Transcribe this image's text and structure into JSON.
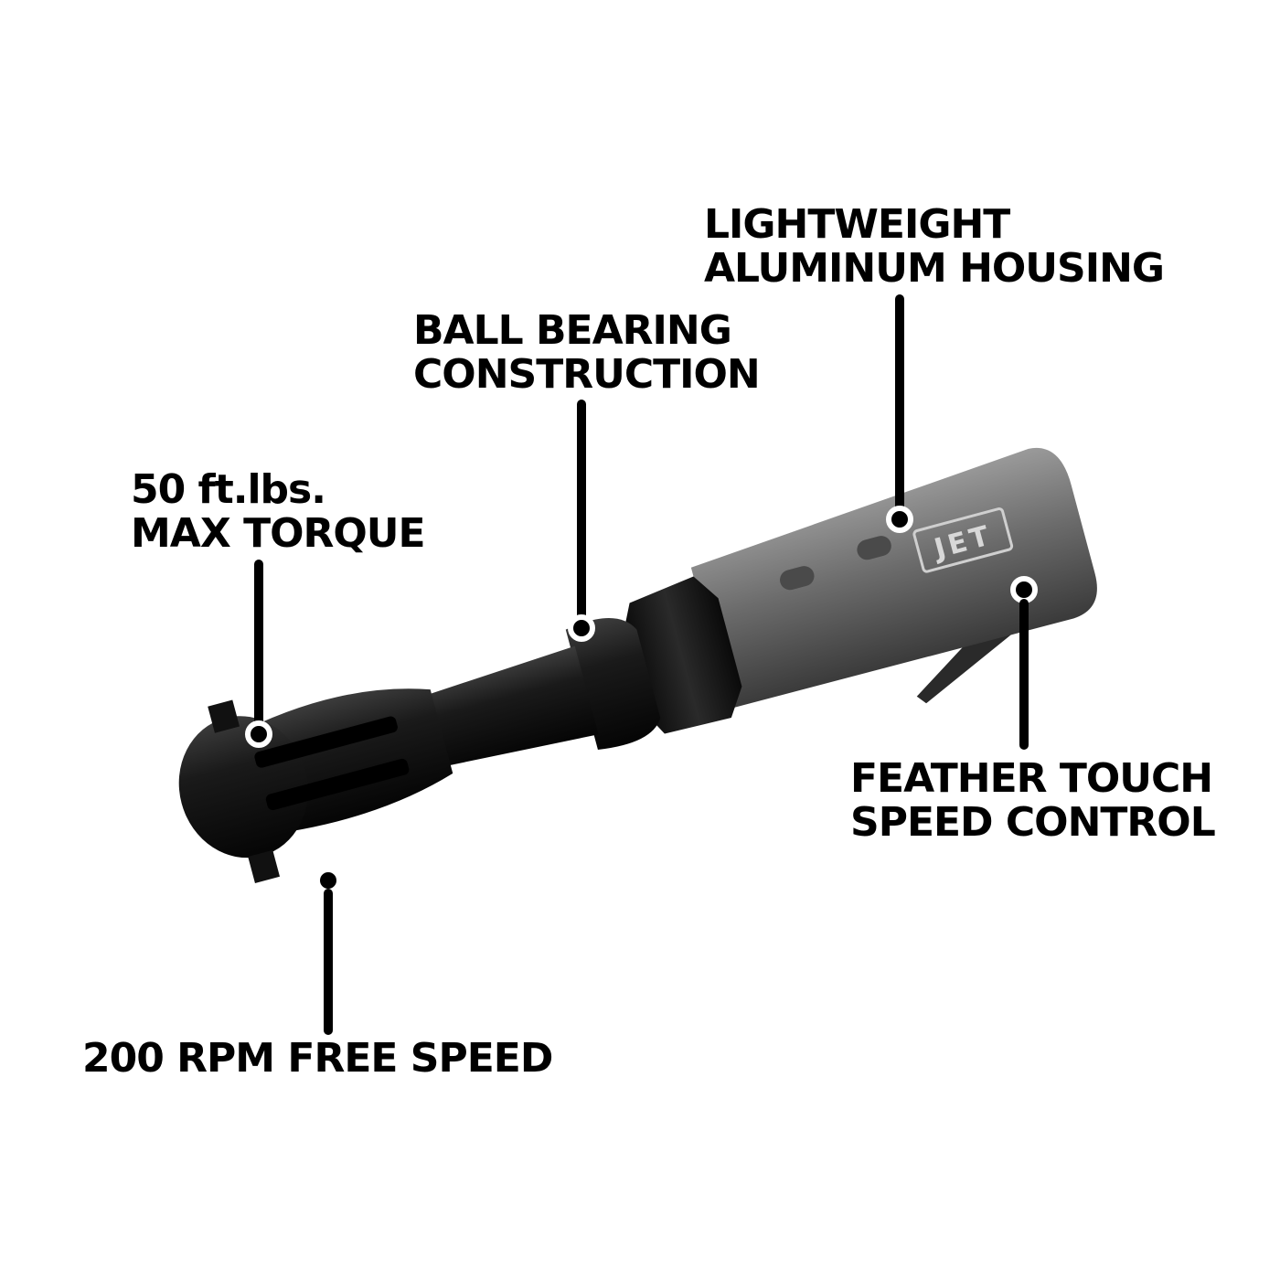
{
  "callouts": {
    "housing": {
      "line1": "LIGHTWEIGHT",
      "line2": "ALUMINUM HOUSING"
    },
    "bearing": {
      "line1": "BALL BEARING",
      "line2": "CONSTRUCTION"
    },
    "torque": {
      "line1": "50 ft.lbs.",
      "line2": "MAX TORQUE"
    },
    "trigger": {
      "line1": "FEATHER TOUCH",
      "line2": "SPEED CONTROL"
    },
    "speed": {
      "line1": "200 RPM FREE SPEED"
    }
  },
  "product": {
    "brand_logo_text": "JET",
    "name": "air-ratchet-wrench"
  },
  "colors": {
    "background": "#ffffff",
    "text": "#000000",
    "housing": "#6a6a6a",
    "head": "#111111"
  }
}
